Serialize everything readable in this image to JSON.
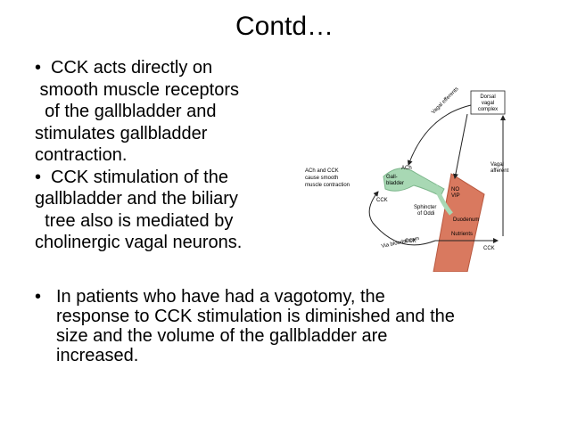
{
  "title": "Contd…",
  "bullets": {
    "b1_lines": [
      "CCK acts directly on",
      " smooth muscle receptors",
      "  of the gallbladder and",
      "stimulates gallbladder",
      "contraction."
    ],
    "b2_lines": [
      "CCK stimulation of the",
      "gallbladder and the biliary",
      "  tree also is mediated by",
      "cholinergic vagal neurons."
    ],
    "b3_lines": [
      "In patients who have had a vagotomy, the",
      "response to CCK stimulation is diminished and the",
      "size and the volume of the gallbladder are",
      "increased."
    ],
    "marker": "•"
  },
  "diagram": {
    "dorsal_vagal_complex": [
      "Dorsal",
      "vagal",
      "complex"
    ],
    "vagal_efferents": "Vagal efferents",
    "vagal_afferent": [
      "Vagal",
      "afferent"
    ],
    "ach_cck": [
      "ACh and CCK",
      "cause smooth",
      "muscle contraction"
    ],
    "ach": "ACh",
    "gallbladder": [
      "Gall-",
      "bladder"
    ],
    "cck_left": "CCK",
    "no": "NO",
    "vip": "VIP",
    "sphincter": [
      "Sphincter",
      "of Oddi"
    ],
    "duodenum": "Duodenum",
    "nutrients": "Nutrients",
    "cck_bottom": "CCK",
    "via_bloodstream": "Via bloodstream",
    "cck_right": "CCK",
    "colors": {
      "gallbladder": "#a8d8b4",
      "duodenum": "#d9795f",
      "dorsal_box": "#ffffff",
      "lines": "#222222"
    }
  }
}
